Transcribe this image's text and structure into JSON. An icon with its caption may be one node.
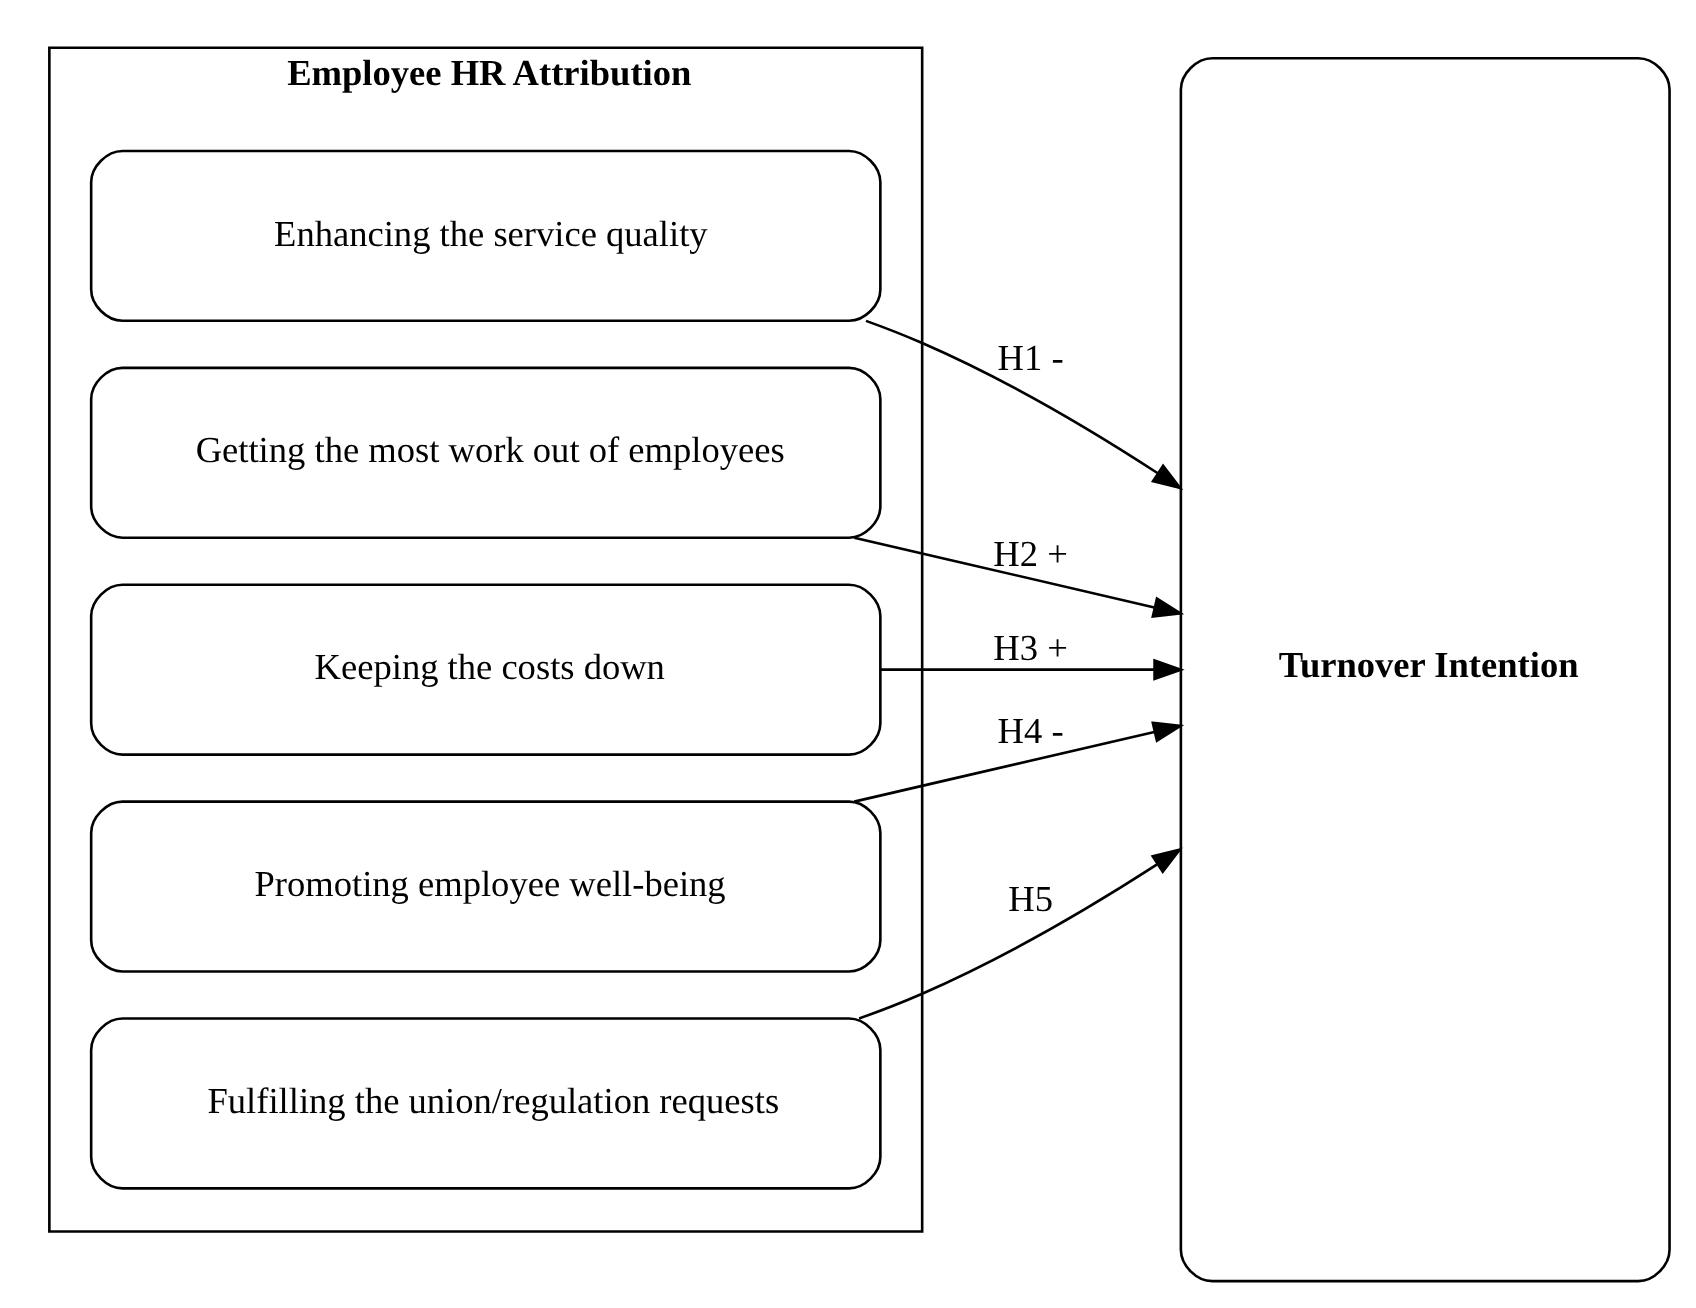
{
  "diagram": {
    "nodes": [
      {
        "text": [
          "Employee HR Attribution"
        ]
      },
      {
        "text": [
          "Enhancing the service quality"
        ],
        "in": 0
      },
      {
        "text": [
          "Getting the most work out of employees"
        ],
        "in": 0
      },
      {
        "text": [
          "Keeping the costs down"
        ],
        "in": 0
      },
      {
        "text": [
          "Promoting employee well-being"
        ],
        "in": 0
      },
      {
        "text": [
          "Fulfilling the union/regulation requests"
        ],
        "in": 0
      },
      {
        "text": [
          "Turnover Intention"
        ]
      }
    ],
    "edges": [
      {
        "from": 1,
        "to": 6,
        "arrow": "to",
        "label": "H1 -"
      },
      {
        "from": 2,
        "to": 6,
        "arrow": "to",
        "label": "H2 +"
      },
      {
        "from": 3,
        "to": 6,
        "arrow": "to",
        "label": "H3 +"
      },
      {
        "from": 4,
        "to": 6,
        "arrow": "to",
        "label": "H4 -"
      },
      {
        "from": 5,
        "to": 6,
        "arrow": "to",
        "label": "H5"
      }
    ]
  }
}
